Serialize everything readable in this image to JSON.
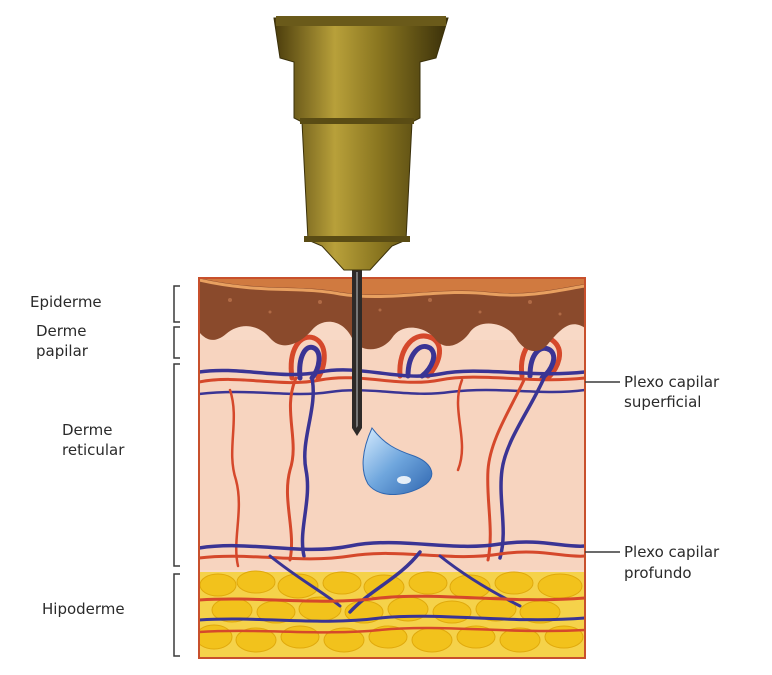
{
  "labels": {
    "epiderme": "Epiderme",
    "derme_papilar_1": "Derme",
    "derme_papilar_2": "papilar",
    "derme_reticular_1": "Derme",
    "derme_reticular_2": "reticular",
    "hipoderme": "Hipoderme",
    "plexo_superficial_1": "Plexo capilar",
    "plexo_superficial_2": "superficial",
    "plexo_profundo_1": "Plexo capilar",
    "plexo_profundo_2": "profundo"
  },
  "colors": {
    "epidermis": "#8a4a2c",
    "dermis": "#f8d9c6",
    "fat": "#f2c21c",
    "artery": "#d5482b",
    "vein": "#3a3494",
    "needle_hub": "#8a7620",
    "droplet": "#6fa6dd"
  }
}
